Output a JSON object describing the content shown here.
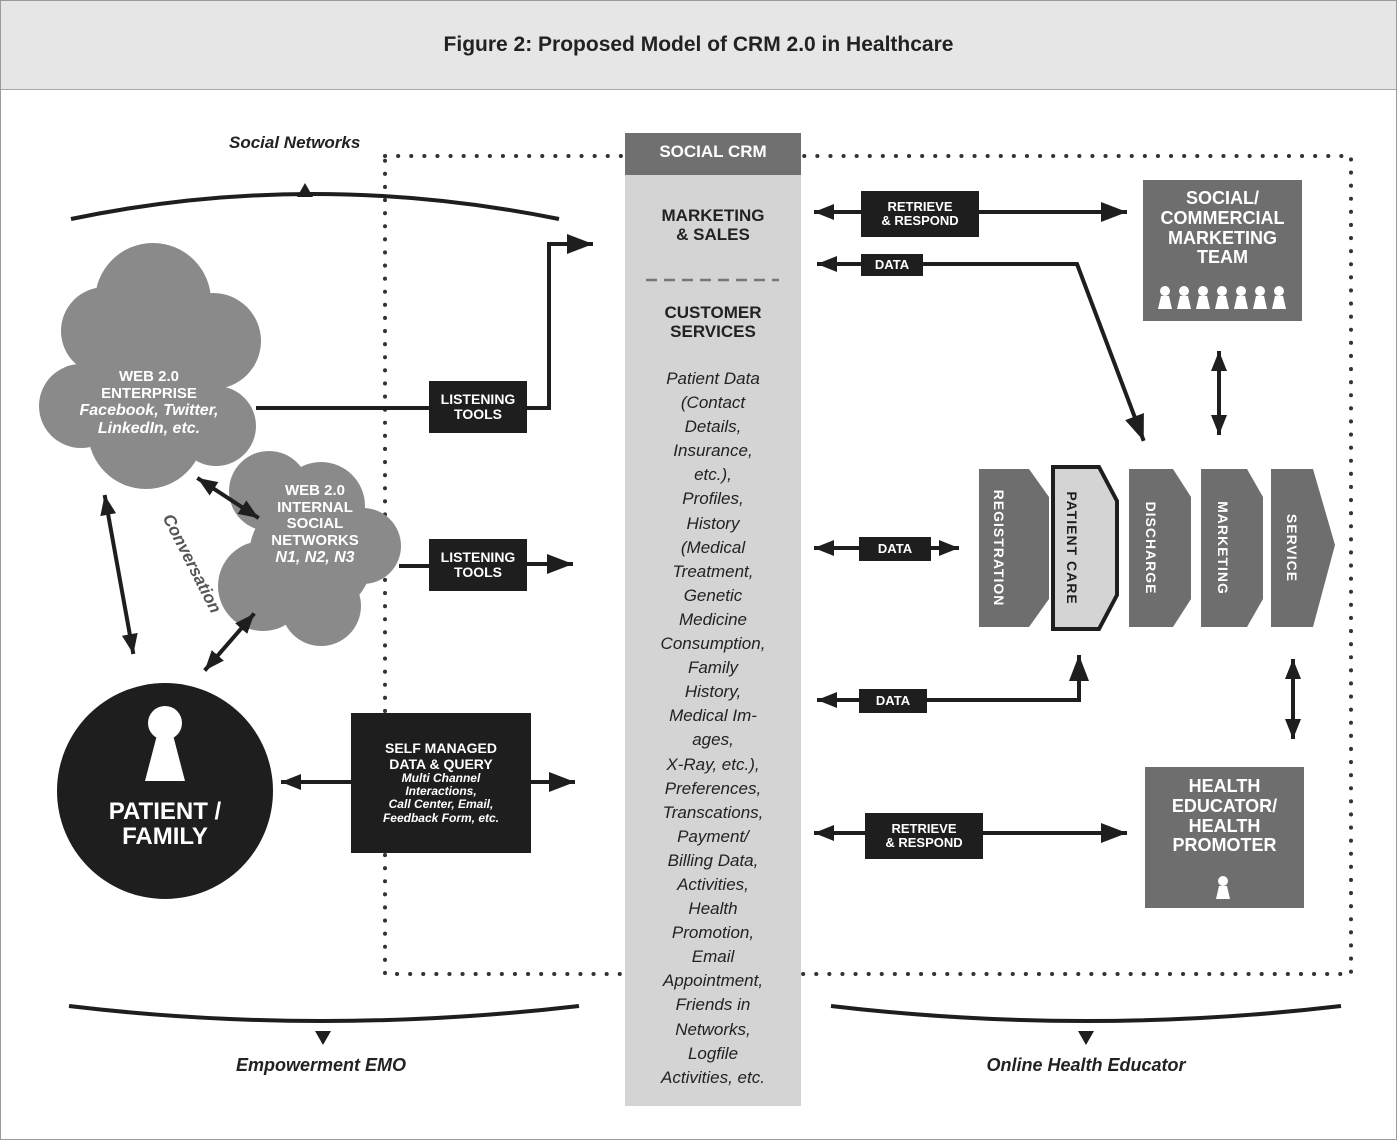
{
  "title": "Figure 2: Proposed Model of CRM 2.0 in Healthcare",
  "labels": {
    "social_networks": "Social Networks",
    "empowerment": "Empowerment EMO",
    "online_health_educator": "Online Health Educator",
    "conversation": "Conversation"
  },
  "clouds": {
    "enterprise": {
      "title": "WEB 2.0\nENTERPRISE",
      "detail": "Facebook, Twitter,\nLinkedIn, etc."
    },
    "internal": {
      "title": "WEB 2.0\nINTERNAL\nSOCIAL\nNETWORKS",
      "detail": "N1, N2, N3"
    }
  },
  "patient": {
    "label": "PATIENT /\nFAMILY"
  },
  "tools": {
    "listening_1": "LISTENING\nTOOLS",
    "listening_2": "LISTENING\nTOOLS",
    "self_managed_title": "SELF MANAGED\nDATA & QUERY",
    "self_managed_detail": "Multi Channel\nInteractions,\nCall Center, Email,\nFeedback Form, etc."
  },
  "crm": {
    "header": "SOCIAL CRM",
    "marketing": "MARKETING\n& SALES",
    "customer_services": "CUSTOMER\nSERVICES",
    "details": "Patient Data\n(Contact\nDetails,\nInsurance,\netc.),\nProfiles,\nHistory\n(Medical\nTreatment,\nGenetic\nMedicine\nConsumption,\nFamily\nHistory,\nMedical Im-\nages,\nX-Ray, etc.),\nPreferences,\nTranscations,\nPayment/\nBilling Data,\nActivities,\nHealth\nPromotion,\nEmail\nAppointment,\nFriends in\nNetworks,\nLogfile\nActivities, etc."
  },
  "flows": {
    "retrieve_1": "RETRIEVE\n& RESPOND",
    "data_1": "DATA",
    "data_2": "DATA",
    "data_3": "DATA",
    "retrieve_2": "RETRIEVE\n& RESPOND"
  },
  "teams": {
    "marketing_team": "SOCIAL/\nCOMMERCIAL\nMARKETING\nTEAM",
    "health_educator": "HEALTH\nEDUCATOR/\nHEALTH\nPROMOTER"
  },
  "process_steps": [
    "REGISTRATION",
    "PATIENT CARE",
    "DISCHARGE",
    "MARKETING",
    "SERVICE"
  ],
  "colors": {
    "dark": "#1e1e1e",
    "gray": "#6e6e6e",
    "cloud": "#8a8a8a",
    "crm_column": "#d4d4d4",
    "crm_header": "#707070"
  }
}
